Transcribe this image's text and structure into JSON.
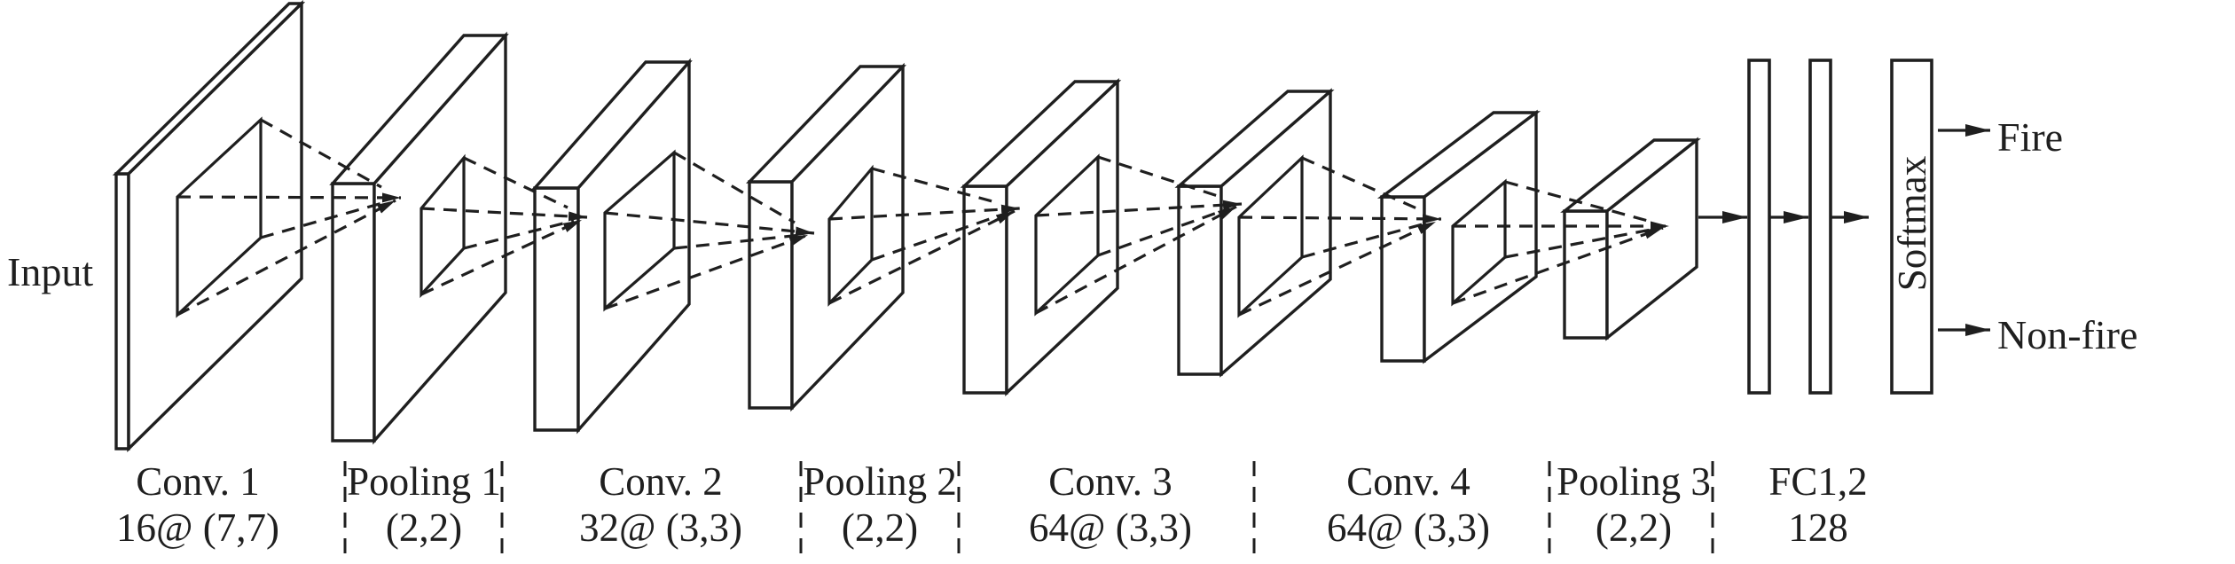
{
  "diagram": {
    "input_label": "Input",
    "softmax_label": "Softmax",
    "outputs": {
      "fire": "Fire",
      "non_fire": "Non-fire"
    },
    "layers": [
      {
        "name": "Conv. 1",
        "spec": "16@ (7,7)"
      },
      {
        "name": "Pooling 1",
        "spec": "(2,2)"
      },
      {
        "name": "Conv. 2",
        "spec": "32@ (3,3)"
      },
      {
        "name": "Pooling 2",
        "spec": "(2,2)"
      },
      {
        "name": "Conv. 3",
        "spec": "64@ (3,3)"
      },
      {
        "name": "Conv. 4",
        "spec": "64@ (3,3)"
      },
      {
        "name": "Pooling 3",
        "spec": "(2,2)"
      },
      {
        "name": "FC1,2",
        "spec": "128"
      }
    ],
    "colors": {
      "stroke": "#1f1f1f",
      "background": "#ffffff"
    }
  }
}
